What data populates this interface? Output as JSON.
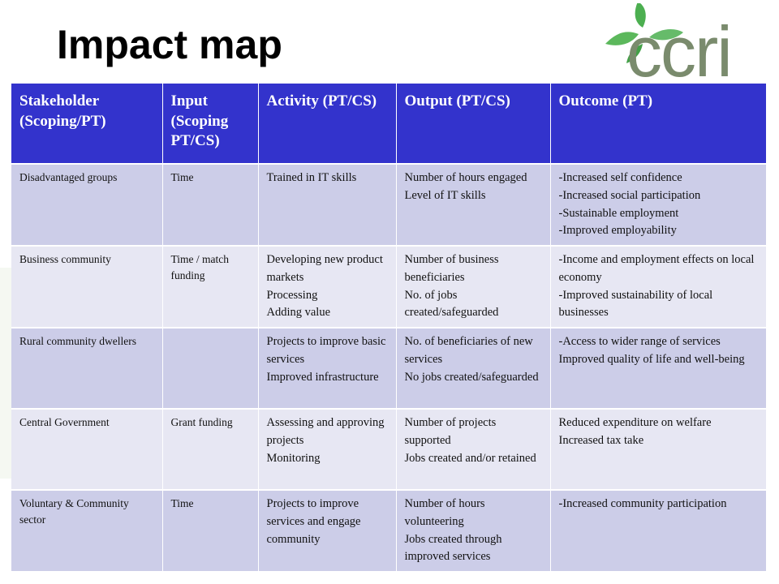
{
  "slide": {
    "title": "Impact map",
    "logo_text": "ccri"
  },
  "table": {
    "headers": [
      "Stakeholder (Scoping/PT)",
      "Input (Scoping PT/CS)",
      "Activity (PT/CS)",
      "Output (PT/CS)",
      "Outcome (PT)"
    ],
    "rows": [
      [
        [
          "Disadvantaged groups"
        ],
        [
          "Time"
        ],
        [
          "Trained in IT skills"
        ],
        [
          "Number of hours engaged",
          "Level of IT skills"
        ],
        [
          "-Increased self confidence",
          "-Increased social participation",
          "-Sustainable employment",
          "-Improved employability"
        ]
      ],
      [
        [
          "Business community"
        ],
        [
          "Time / match funding"
        ],
        [
          "Developing new product markets",
          "Processing",
          "Adding value"
        ],
        [
          "Number of business beneficiaries",
          "No. of jobs created/safeguarded"
        ],
        [
          "-Income and employment effects on local economy",
          "-Improved sustainability of local businesses"
        ]
      ],
      [
        [
          "Rural community dwellers"
        ],
        [],
        [
          "Projects to improve basic services",
          "Improved infrastructure"
        ],
        [
          "No. of beneficiaries of new services",
          "No jobs created/safeguarded"
        ],
        [
          "-Access to wider range of services",
          "Improved quality of life and well-being"
        ]
      ],
      [
        [
          "Central Government"
        ],
        [
          "Grant funding"
        ],
        [
          "Assessing and approving projects",
          "Monitoring"
        ],
        [
          "Number of projects supported",
          "Jobs created and/or retained"
        ],
        [
          "Reduced expenditure on welfare",
          "Increased tax take"
        ]
      ],
      [
        [
          "Voluntary & Community sector"
        ],
        [
          "Time"
        ],
        [
          "Projects to improve services and engage community"
        ],
        [
          "Number of hours volunteering",
          "Jobs created through improved services"
        ],
        [
          "-Increased community participation"
        ]
      ]
    ]
  },
  "colors": {
    "header_bg": "#3333cc",
    "row_odd": "#cccde8",
    "row_even": "#e7e7f3",
    "logo_leaf": "#4caf50",
    "logo_text": "#7a8b6d"
  }
}
